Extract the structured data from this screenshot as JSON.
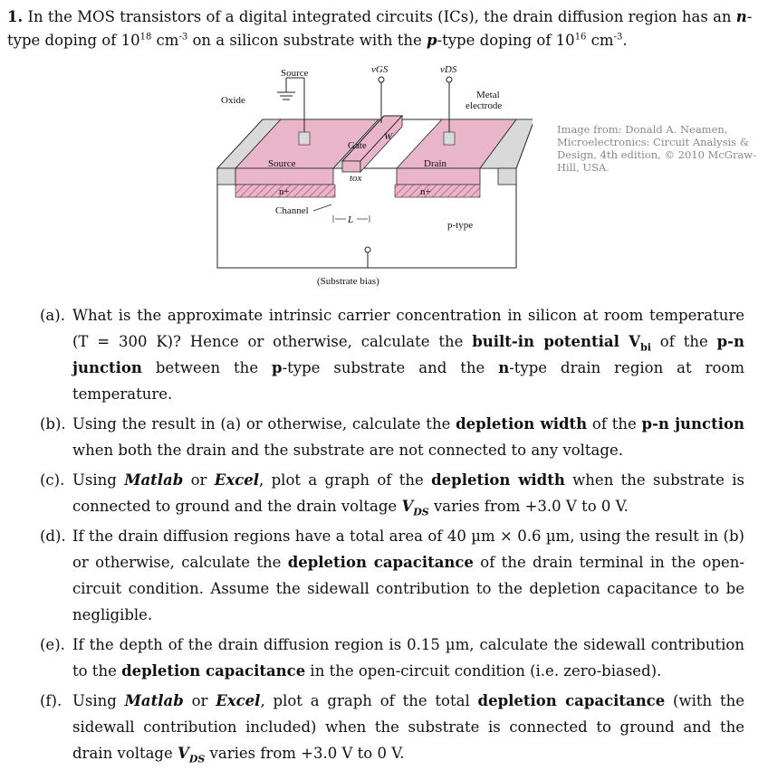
{
  "question": {
    "number": "1.",
    "intro_a": "In the MOS transistors of a digital integrated circuits (ICs), the drain diffusion region has an ",
    "n_type": "n",
    "intro_b": "-type doping of 10",
    "exp_drain": "18",
    "unit_a": " cm",
    "exp_unit_a": "-3",
    "intro_c": " on a silicon substrate with the ",
    "p_type": "p",
    "intro_d": "-type doping of 10",
    "exp_sub": "16",
    "unit_b": " cm",
    "exp_unit_b": "-3",
    "intro_e": "."
  },
  "figure": {
    "labels": {
      "source_top": "Source",
      "vgs": "vGS",
      "vds": "vDS",
      "oxide": "Oxide",
      "metal_1": "Metal",
      "metal_2": "electrode",
      "gate": "Gate",
      "w": "W",
      "source": "Source",
      "drain": "Drain",
      "tox": "tox",
      "n_left": "n+",
      "n_right": "n+",
      "channel": "Channel",
      "l": "L",
      "p_type": "p-type",
      "substrate_bias": "(Substrate bias)"
    },
    "colors": {
      "pink": "#e9b5c8",
      "stripe": "#c06a8e",
      "gray": "#d9d9d9"
    },
    "credit": "Image from: Donald A. Neamen, Microelectronics: Circuit Analysis & Design, 4th edition, © 2010 McGraw-Hill, USA."
  },
  "parts": [
    {
      "label": "(a).",
      "t1": "What is the approximate intrinsic carrier concentration in silicon at room temperature (T = 300 K)? Hence or otherwise, calculate the ",
      "b1": "built-in potential V",
      "b1sub": "bi",
      "t2": " of the ",
      "b2": "p-n junction",
      "t3": " between the ",
      "b3": "p",
      "t4": "-type substrate and the ",
      "b4": "n",
      "t5": "-type drain region at room temperature."
    },
    {
      "label": "(b).",
      "t1": "Using the result in (a) or otherwise, calculate the ",
      "b1": "depletion width",
      "t2": " of the ",
      "b2": "p-n junction",
      "t3": " when both the drain and the substrate are not connected to any voltage."
    },
    {
      "label": "(c).",
      "t1": "Using ",
      "b1": "Matlab",
      "t2": " or ",
      "b2": "Excel",
      "t3": ", plot a graph of the ",
      "b3": "depletion width",
      "t4": " when the substrate is connected to ground and the drain voltage ",
      "b4": "V",
      "b4sub": "DS",
      "t5": " varies from +3.0 V to 0 V."
    },
    {
      "label": "(d).",
      "t1": "If the drain diffusion regions have a total area of 40 µm × 0.6 µm, using the result in (b) or otherwise, calculate the ",
      "b1": "depletion capacitance",
      "t2": " of the drain terminal in the open-circuit condition. Assume the sidewall contribution to the depletion capacitance to be negligible."
    },
    {
      "label": "(e).",
      "t1": "If the depth of the drain diffusion region is 0.15 µm, calculate the sidewall contribution to the ",
      "b1": "depletion capacitance",
      "t2": " in the open-circuit condition (i.e. zero-biased)."
    },
    {
      "label": "(f).",
      "t1": "Using ",
      "b1": "Matlab",
      "t2": " or ",
      "b2": "Excel",
      "t3": ", plot a graph of the total ",
      "b3": "depletion capacitance",
      "t4": " (with the sidewall contribution included) when the substrate is connected to ground and the drain voltage ",
      "b4": "V",
      "b4sub": "DS",
      "t5": " varies from +3.0 V to 0 V."
    }
  ]
}
